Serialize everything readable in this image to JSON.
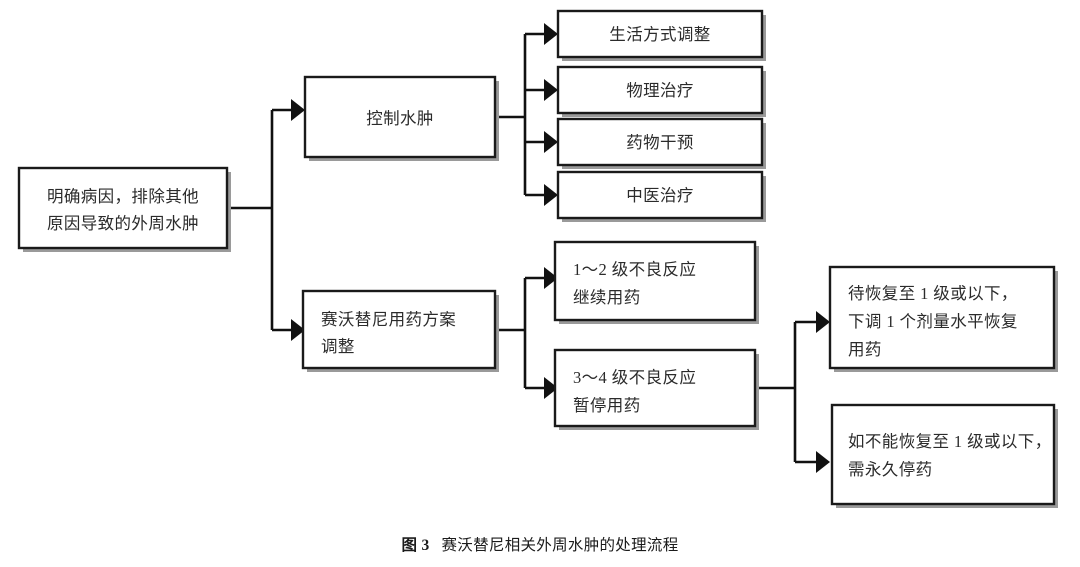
{
  "figure": {
    "caption_label": "图 3",
    "caption_title": "赛沃替尼相关外周水肿的处理流程",
    "colors": {
      "box_stroke": "#1a1a1a",
      "connector": "#111111",
      "text": "#2b2b2b",
      "background": "#ffffff"
    }
  },
  "nodes": {
    "root": {
      "lines": [
        "明确病因，排除其他",
        "原因导致的外周水肿"
      ],
      "align": "center"
    },
    "branch_edema": {
      "lines": [
        "控制水肿"
      ],
      "align": "center"
    },
    "branch_dose": {
      "lines": [
        "赛沃替尼用药方案",
        "调整"
      ],
      "align": "left"
    },
    "edema_actions": [
      {
        "lines": [
          "生活方式调整"
        ],
        "align": "center"
      },
      {
        "lines": [
          "物理治疗"
        ],
        "align": "center"
      },
      {
        "lines": [
          "药物干预"
        ],
        "align": "center"
      },
      {
        "lines": [
          "中医治疗"
        ],
        "align": "center"
      }
    ],
    "grade_low": {
      "lines": [
        "1～2 级不良反应",
        "继续用药"
      ],
      "align": "left"
    },
    "grade_high": {
      "lines": [
        "3～4 级不良反应",
        "暂停用药"
      ],
      "align": "left"
    },
    "resume": {
      "lines": [
        "待恢复至 1 级或以下，",
        "下调 1 个剂量水平恢复",
        "用药"
      ],
      "align": "left"
    },
    "discontinue": {
      "lines": [
        "如不能恢复至 1 级或以下，",
        "需永久停药"
      ],
      "align": "left"
    }
  }
}
